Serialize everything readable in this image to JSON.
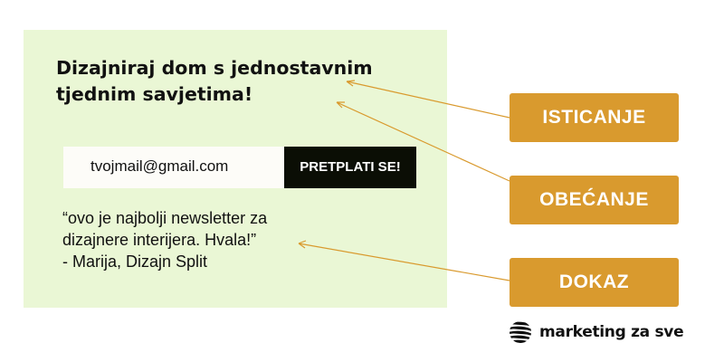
{
  "headline": [
    "Dizajniraj dom s jednostavnim",
    "tjednim savjetima!"
  ],
  "form": {
    "email_value": "tvojmail@gmail.com",
    "subscribe_label": "PRETPLATI SE!"
  },
  "testimonial": [
    "“ovo je najbolji newsletter za",
    "dizajnere interijera. Hvala!”",
    "- Marija, Dizajn Split"
  ],
  "tags": {
    "emphasis": "ISTICANJE",
    "promise": "OBEĆANJE",
    "proof": "DOKAZ"
  },
  "logo": {
    "text": "marketing za sve"
  },
  "colors": {
    "panel": "#eaf7d5",
    "accent": "#d99a2e",
    "button": "#0b0e05"
  }
}
